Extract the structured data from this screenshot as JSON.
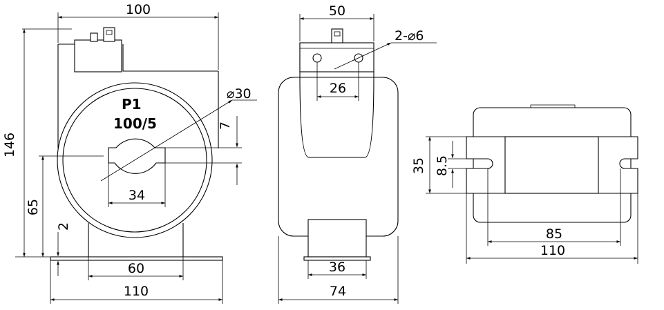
{
  "front_view": {
    "dim_width": "100",
    "dim_height": "146",
    "dim_window_height": "65",
    "dim_base_thickness": "2",
    "dim_foot_spacing": "60",
    "dim_base_width": "110",
    "dim_window_width": "34",
    "dim_diameter": "⌀30",
    "dim_slot": "7",
    "label_terminal": "P1",
    "label_ratio": "100/5"
  },
  "side_view": {
    "dim_top_width": "50",
    "dim_holes": "2-⌀6",
    "dim_hole_spacing": "26",
    "dim_foot_width": "36",
    "dim_overall_width": "74"
  },
  "base_view": {
    "dim_height": "35",
    "dim_slot_width": "8.5",
    "dim_slot_spacing": "85",
    "dim_overall_length": "110"
  }
}
